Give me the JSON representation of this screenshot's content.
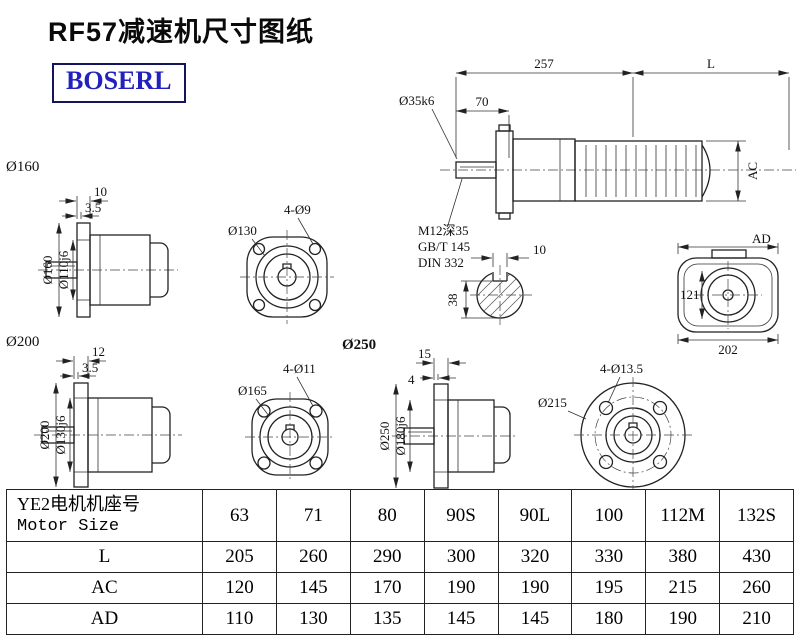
{
  "page": {
    "title": "RF57减速机尺寸图纸",
    "logo": "BOSERL"
  },
  "main_view": {
    "dim_257": "257",
    "dim_L": "L",
    "dim_70": "70",
    "shaft_dia": "Ø35k6",
    "dim_AC": "AC",
    "tap_note": "M12深35",
    "std_note1": "GB/T 145",
    "std_note2": "DIN 332"
  },
  "key_section": {
    "dim_width": "10",
    "dim_height": "38"
  },
  "motor_rear_view": {
    "dim_AD": "AD",
    "dim_121": "121",
    "dim_202": "202"
  },
  "flange_160": {
    "title": "Ø160",
    "dim_10": "10",
    "dim_3_5": "3.5",
    "dia_outer": "Ø160",
    "dia_spigot": "Ø110j6"
  },
  "flange_130": {
    "dia": "Ø130",
    "holes": "4-Ø9"
  },
  "flange_200": {
    "title": "Ø200",
    "dim_12": "12",
    "dim_3_5": "3.5",
    "dia_outer": "Ø200",
    "dia_spigot": "Ø130j6"
  },
  "flange_165": {
    "dia": "Ø165",
    "holes": "4-Ø11"
  },
  "flange_250": {
    "title": "Ø250",
    "dim_15": "15",
    "dim_4": "4",
    "dia_outer": "Ø250",
    "dia_spigot": "Ø180j6"
  },
  "flange_215": {
    "dia": "Ø215",
    "holes": "4-Ø13.5"
  },
  "table": {
    "header_cn": "YE2电机机座号",
    "header_en": "Motor Size",
    "sizes": [
      "63",
      "71",
      "80",
      "90S",
      "90L",
      "100",
      "112M",
      "132S"
    ],
    "rows": [
      {
        "label": "L",
        "values": [
          "205",
          "260",
          "290",
          "300",
          "320",
          "330",
          "380",
          "430"
        ]
      },
      {
        "label": "AC",
        "values": [
          "120",
          "145",
          "170",
          "190",
          "190",
          "195",
          "215",
          "260"
        ]
      },
      {
        "label": "AD",
        "values": [
          "110",
          "130",
          "135",
          "145",
          "145",
          "180",
          "190",
          "210"
        ]
      }
    ]
  }
}
